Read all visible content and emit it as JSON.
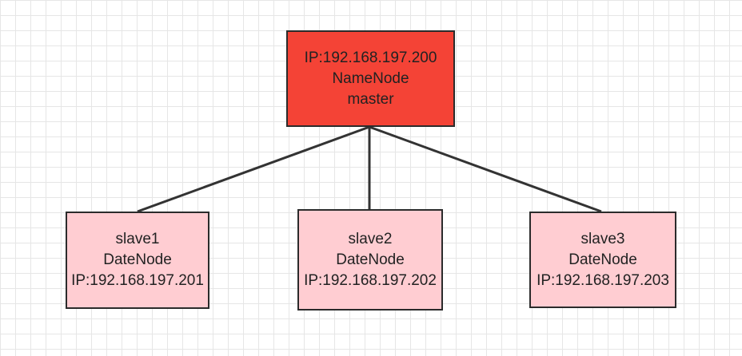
{
  "colors": {
    "master_fill": "#f44336",
    "slave_fill": "#ffcdd2",
    "border": "#2b2b2b",
    "edge": "#333333"
  },
  "master": {
    "ip": "IP:192.168.197.200",
    "role": "NameNode",
    "name": "master"
  },
  "slaves": [
    {
      "name": "slave1",
      "role": "DateNode",
      "ip": "IP:192.168.197.201"
    },
    {
      "name": "slave2",
      "role": "DateNode",
      "ip": "IP:192.168.197.202"
    },
    {
      "name": "slave3",
      "role": "DateNode",
      "ip": "IP:192.168.197.203"
    }
  ],
  "edges": [
    {
      "from": "master",
      "to": "slave1"
    },
    {
      "from": "master",
      "to": "slave2"
    },
    {
      "from": "master",
      "to": "slave3"
    }
  ]
}
